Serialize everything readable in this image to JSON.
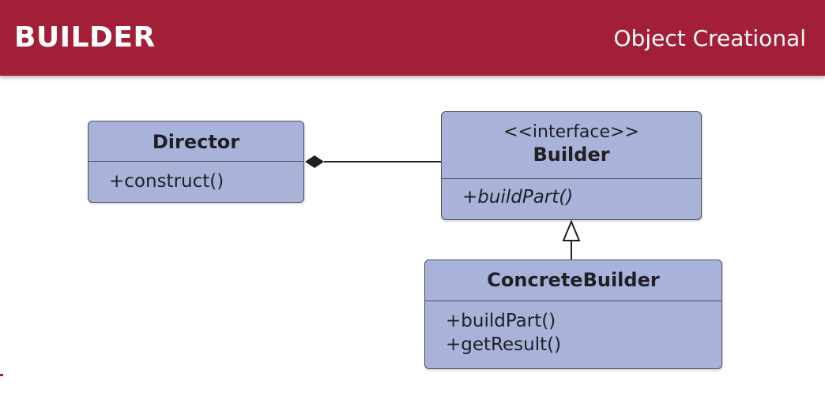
{
  "header": {
    "title": "BUILDER",
    "subtitle": "Object Creational"
  },
  "diagram": {
    "director": {
      "name": "Director",
      "operations": [
        "+construct()"
      ]
    },
    "builder": {
      "stereotype": "<<interface>>",
      "name": "Builder",
      "operations": [
        "+buildPart()"
      ]
    },
    "concrete_builder": {
      "name": "ConcreteBuilder",
      "operations": [
        "+buildPart()",
        "+getResult()"
      ]
    },
    "relationships": [
      {
        "type": "composition",
        "from": "Director",
        "to": "Builder"
      },
      {
        "type": "realization",
        "from": "ConcreteBuilder",
        "to": "Builder"
      }
    ]
  },
  "colors": {
    "header_bg": "#a31f37",
    "class_fill": "#a9b3da",
    "class_border": "#4a4f5c"
  }
}
